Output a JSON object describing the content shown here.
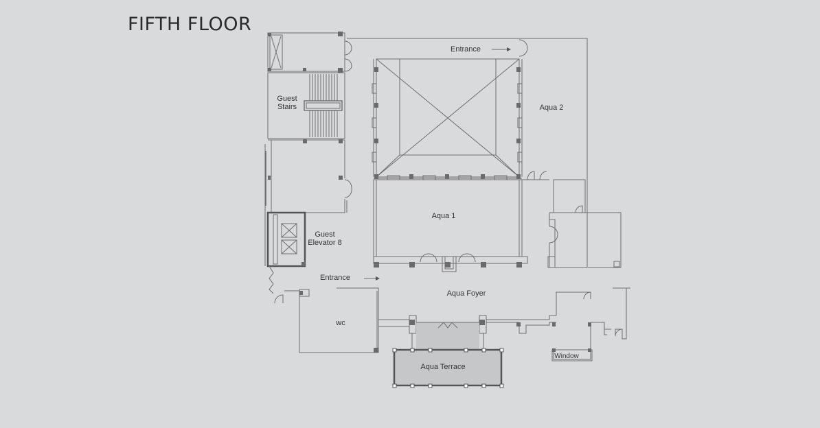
{
  "floor": {
    "title": "FIFTH FLOOR"
  },
  "rooms": {
    "guest_stairs": [
      "Guest",
      "Stairs"
    ],
    "guest_elevator": [
      "Guest",
      "Elevator 8"
    ],
    "aqua_1": "Aqua 1",
    "aqua_2": "Aqua 2",
    "aqua_foyer": "Aqua Foyer",
    "aqua_terrace": "Aqua Terrace",
    "wc": "wc",
    "window": "Window"
  },
  "entrances": {
    "top": "Entrance",
    "left": "Entrance"
  },
  "colors": {
    "background": "#d9dadc",
    "wall": "#6e6e70",
    "terrace": "#c6c7c9",
    "column": "#6a6a6c"
  }
}
